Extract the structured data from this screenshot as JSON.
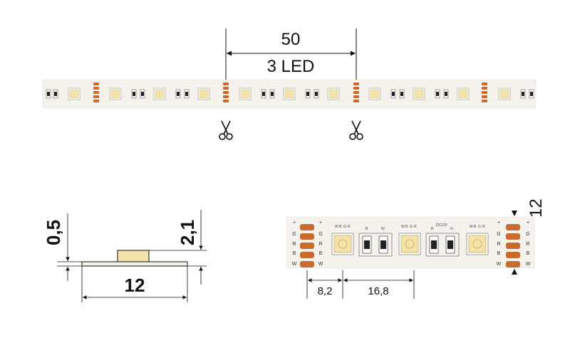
{
  "top_strip": {
    "dimension_value": "50",
    "dimension_caption": "3 LED",
    "scissors_icon": "scissors-icon"
  },
  "cross_section": {
    "thickness": "0,5",
    "height": "2,1",
    "width": "12"
  },
  "detail_view": {
    "pad_labels": [
      "+",
      "G",
      "R",
      "B",
      "W"
    ],
    "chip_labels": [
      "W",
      "B",
      "G",
      "R"
    ],
    "resistor_labels": [
      "B",
      "W"
    ],
    "resistor_labels_right": [
      "R",
      "G"
    ],
    "voltage_label": "DC12V",
    "pitch_first": "8,2",
    "pitch_second": "16,8",
    "strip_width": "12"
  },
  "colors": {
    "strip": "#f4f2ea",
    "pad": "#c96a2e",
    "led_warm": "#f3e3a8",
    "line": "#111111"
  }
}
